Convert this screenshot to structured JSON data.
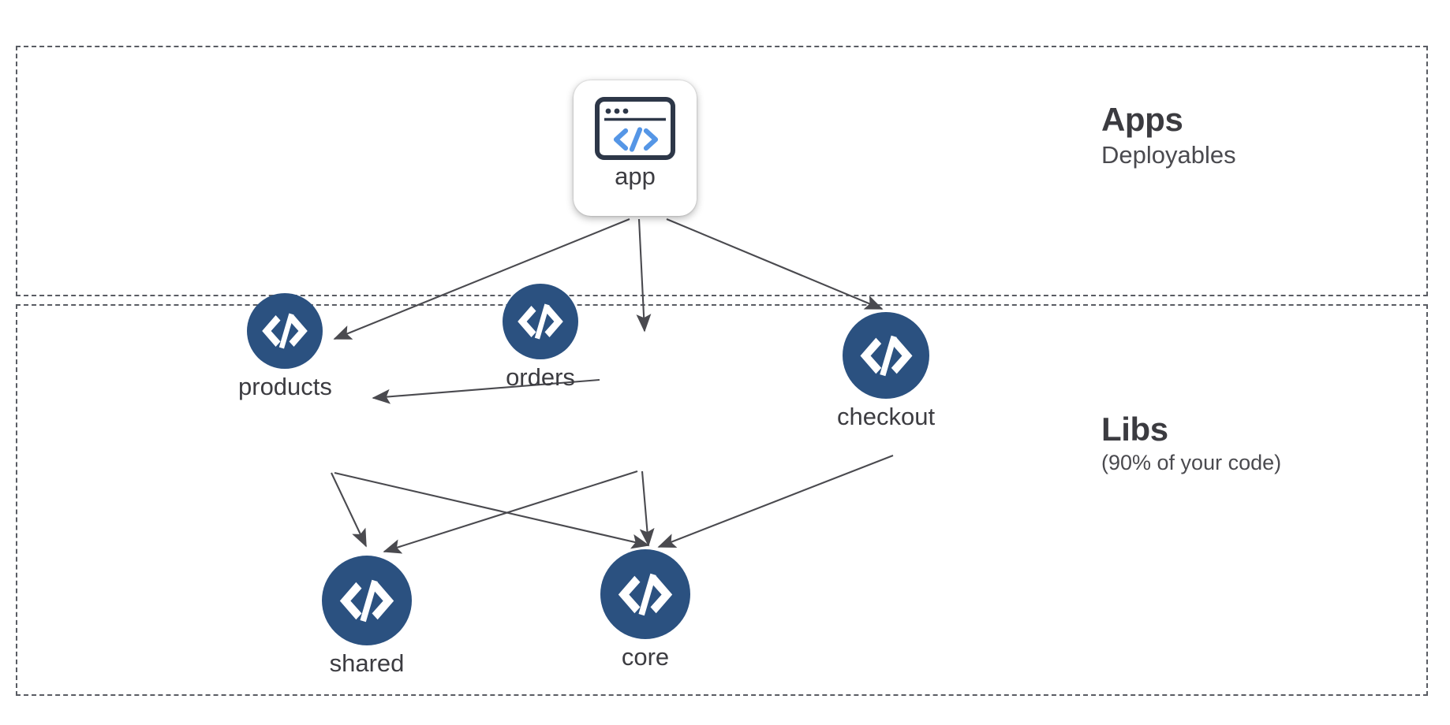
{
  "diagram": {
    "title": "Apps and Libs dependency graph",
    "background_color": "#ffffff",
    "node_fill_color": "#2b5180",
    "node_glyph_color": "#ffffff",
    "edge_color": "#4a4a4f",
    "zone_border_color": "#595c63",
    "text_color": "#3c3c41"
  },
  "zones": [
    {
      "id": "apps",
      "title": "Apps",
      "subtitle": "Deployables"
    },
    {
      "id": "libs",
      "title": "Libs",
      "subtitle": "(90% of your code)"
    }
  ],
  "nodes": [
    {
      "id": "app",
      "label": "app",
      "type": "app",
      "icon": "browser-code-icon",
      "zone": "apps"
    },
    {
      "id": "products",
      "label": "products",
      "type": "lib",
      "icon": "code-brackets-icon",
      "zone": "libs"
    },
    {
      "id": "orders",
      "label": "orders",
      "type": "lib",
      "icon": "code-brackets-icon",
      "zone": "libs"
    },
    {
      "id": "checkout",
      "label": "checkout",
      "type": "lib",
      "icon": "code-brackets-icon",
      "zone": "libs"
    },
    {
      "id": "shared",
      "label": "shared",
      "type": "lib",
      "icon": "code-brackets-icon",
      "zone": "libs"
    },
    {
      "id": "core",
      "label": "core",
      "type": "lib",
      "icon": "code-brackets-icon",
      "zone": "libs"
    }
  ],
  "edges": [
    {
      "from": "app",
      "to": "products"
    },
    {
      "from": "app",
      "to": "orders"
    },
    {
      "from": "app",
      "to": "checkout"
    },
    {
      "from": "orders",
      "to": "products"
    },
    {
      "from": "products",
      "to": "shared"
    },
    {
      "from": "products",
      "to": "core"
    },
    {
      "from": "orders",
      "to": "shared"
    },
    {
      "from": "orders",
      "to": "core"
    },
    {
      "from": "checkout",
      "to": "core"
    }
  ]
}
